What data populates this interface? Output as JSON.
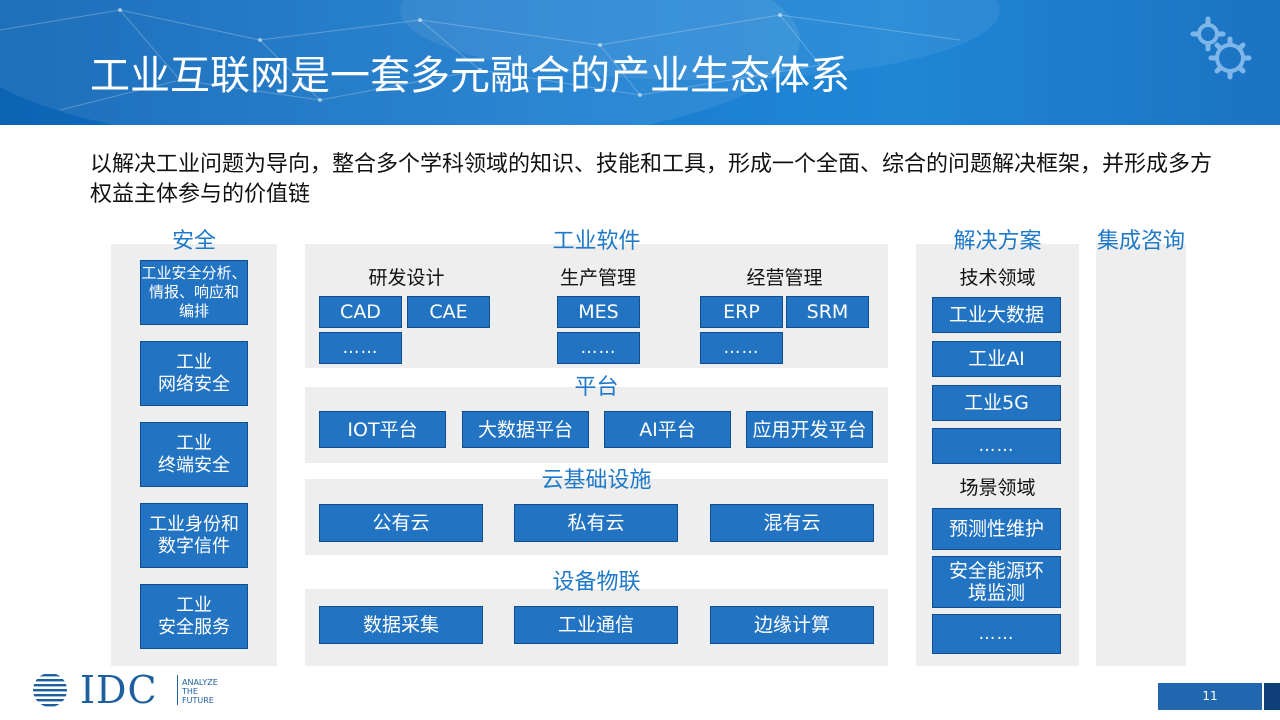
{
  "title": "工业互联网是一套多元融合的产业生态体系",
  "subtitle": "以解决工业问题为导向，整合多个学科领域的知识、技能和工具，形成一个全面、综合的问题解决框架，并形成多方权益主体参与的价值链",
  "security": {
    "header": "安全",
    "items": [
      "工业安全分析、\n情报、响应和\n编排",
      "工业\n网络安全",
      "工业\n终端安全",
      "工业身份和\n数字信件",
      "工业\n安全服务"
    ]
  },
  "software": {
    "header": "工业软件",
    "groups": [
      {
        "name": "研发设计",
        "items": [
          "CAD",
          "CAE",
          "……"
        ]
      },
      {
        "name": "生产管理",
        "items": [
          "MES",
          "……"
        ]
      },
      {
        "name": "经营管理",
        "items": [
          "ERP",
          "SRM",
          "……"
        ]
      }
    ]
  },
  "platform": {
    "header": "平台",
    "items": [
      "IOT平台",
      "大数据平台",
      "AI平台",
      "应用开发平台"
    ]
  },
  "cloud": {
    "header": "云基础设施",
    "items": [
      "公有云",
      "私有云",
      "混有云"
    ]
  },
  "iot": {
    "header": "设备物联",
    "items": [
      "数据采集",
      "工业通信",
      "边缘计算"
    ]
  },
  "solutions": {
    "header": "解决方案",
    "tech_label": "技术领域",
    "tech_items": [
      "工业大数据",
      "工业AI",
      "工业5G",
      "……"
    ],
    "scene_label": "场景领域",
    "scene_items": [
      "预测性维护",
      "安全能源环\n境监测",
      "……"
    ]
  },
  "consulting": {
    "header": "集成咨询"
  },
  "footer": {
    "logo_text": "IDC",
    "tagline": [
      "ANALYZE",
      "THE",
      "FUTURE"
    ],
    "page_number": "11"
  }
}
